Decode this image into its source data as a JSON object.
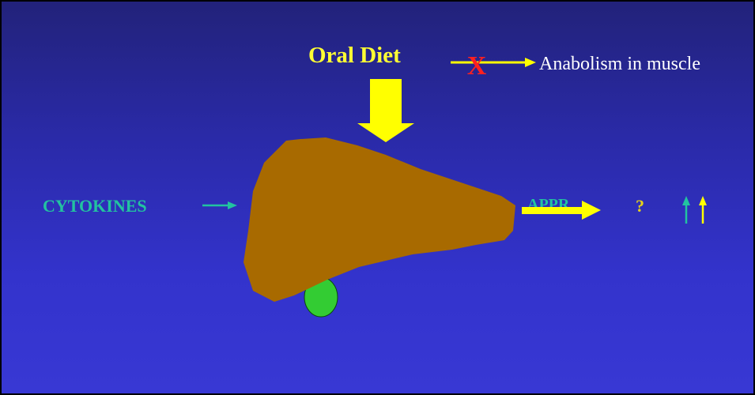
{
  "slide": {
    "oral_diet": "Oral Diet",
    "blocked_mark": "X",
    "anabolism": "Anabolism in muscle",
    "cytokines": "CYTOKINES",
    "appr": "APPR",
    "question": "?"
  },
  "colors": {
    "background": "#2a2aa8",
    "yellow": "#ffff33",
    "teal": "#22c3a0",
    "liver": "#a86a00",
    "gallbladder": "#33cc33",
    "cross": "#ff2020",
    "white": "#ffffff"
  },
  "icons": {
    "liver": "liver-shape",
    "gallbladder": "gallbladder-shape",
    "down_arrow": "large-down-arrow",
    "up_arrows": "up-arrow-icons"
  }
}
